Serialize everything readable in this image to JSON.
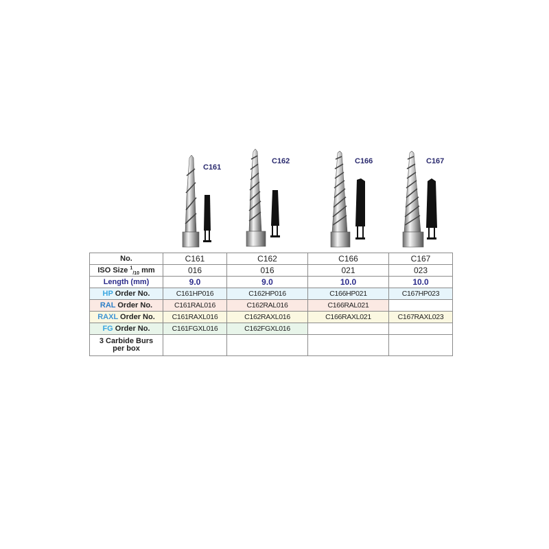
{
  "burs": [
    {
      "label": "C161",
      "icon": "surgical-bur-drawing"
    },
    {
      "label": "C162",
      "icon": "surgical-bur-drawing"
    },
    {
      "label": "C166",
      "icon": "surgical-bur-drawing"
    },
    {
      "label": "C167",
      "icon": "surgical-bur-drawing"
    }
  ],
  "table": {
    "no_label": "No.",
    "numbers": [
      "C161",
      "C162",
      "C166",
      "C167"
    ],
    "iso_label_prefix": "ISO Size ",
    "iso_label_sup": "1",
    "iso_label_sub": "/10",
    "iso_label_suffix": " mm",
    "iso": [
      "016",
      "016",
      "021",
      "023"
    ],
    "length_label": "Length (mm)",
    "length": [
      "9.0",
      "9.0",
      "10.0",
      "10.0"
    ],
    "hp_kw": "HP",
    "ral_kw": "RAL",
    "raxl_kw": "RAXL",
    "fg_kw": "FG",
    "order_label": " Order No.",
    "hp": [
      "C161HP016",
      "C162HP016",
      "C166HP021",
      "C167HP023"
    ],
    "ral": [
      "C161RAL016",
      "C162RAL016",
      "C166RAL021",
      ""
    ],
    "raxl": [
      "C161RAXL016",
      "C162RAXL016",
      "C166RAXL021",
      "C167RAXL023"
    ],
    "fg": [
      "C161FGXL016",
      "C162FGXL016",
      "",
      ""
    ],
    "box_label_line1": "3 Carbide Burs",
    "box_label_line2": "per box"
  },
  "colors": {
    "hp_bg": "#e7f5fb",
    "ral_bg": "#fbe9e3",
    "raxl_bg": "#fbf8e1",
    "fg_bg": "#e8f5ea",
    "label_blue": "#2a2a6e",
    "length_blue": "#2b2b8a"
  }
}
